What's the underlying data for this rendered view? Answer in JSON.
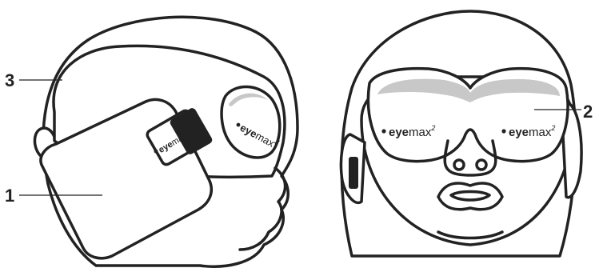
{
  "callouts": [
    {
      "id": "1",
      "label": "1"
    },
    {
      "id": "2",
      "label": "2"
    },
    {
      "id": "3",
      "label": "3"
    }
  ],
  "brand": {
    "prefix": "eye",
    "suffix": "max",
    "superscript": "2"
  },
  "colors": {
    "outline": "#222222",
    "gel_insert": "#c8c8c8",
    "strap_tab": "#222222",
    "background": "#ffffff"
  }
}
